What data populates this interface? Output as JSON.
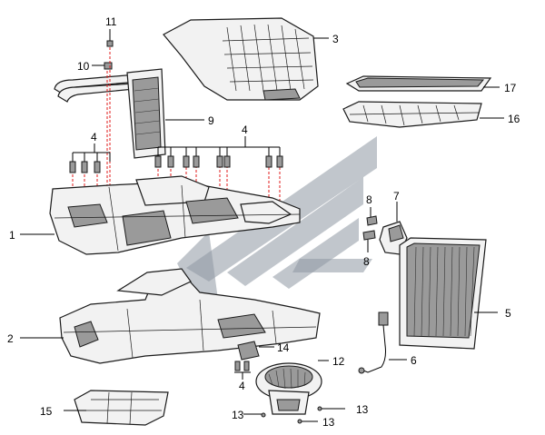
{
  "diagram": {
    "callouts": {
      "c1": "1",
      "c2": "2",
      "c3": "3",
      "c4a": "4",
      "c4b": "4",
      "c4c": "4",
      "c5": "5",
      "c6": "6",
      "c7": "7",
      "c8a": "8",
      "c8b": "8",
      "c9": "9",
      "c10": "10",
      "c11": "11",
      "c12": "12",
      "c13a": "13",
      "c13b": "13",
      "c13c": "13",
      "c14": "14",
      "c15": "15",
      "c16": "16",
      "c17": "17"
    },
    "colors": {
      "line": "#000000",
      "dashed_lead": "#e21b1b",
      "watermark": "#8e97a3"
    }
  }
}
